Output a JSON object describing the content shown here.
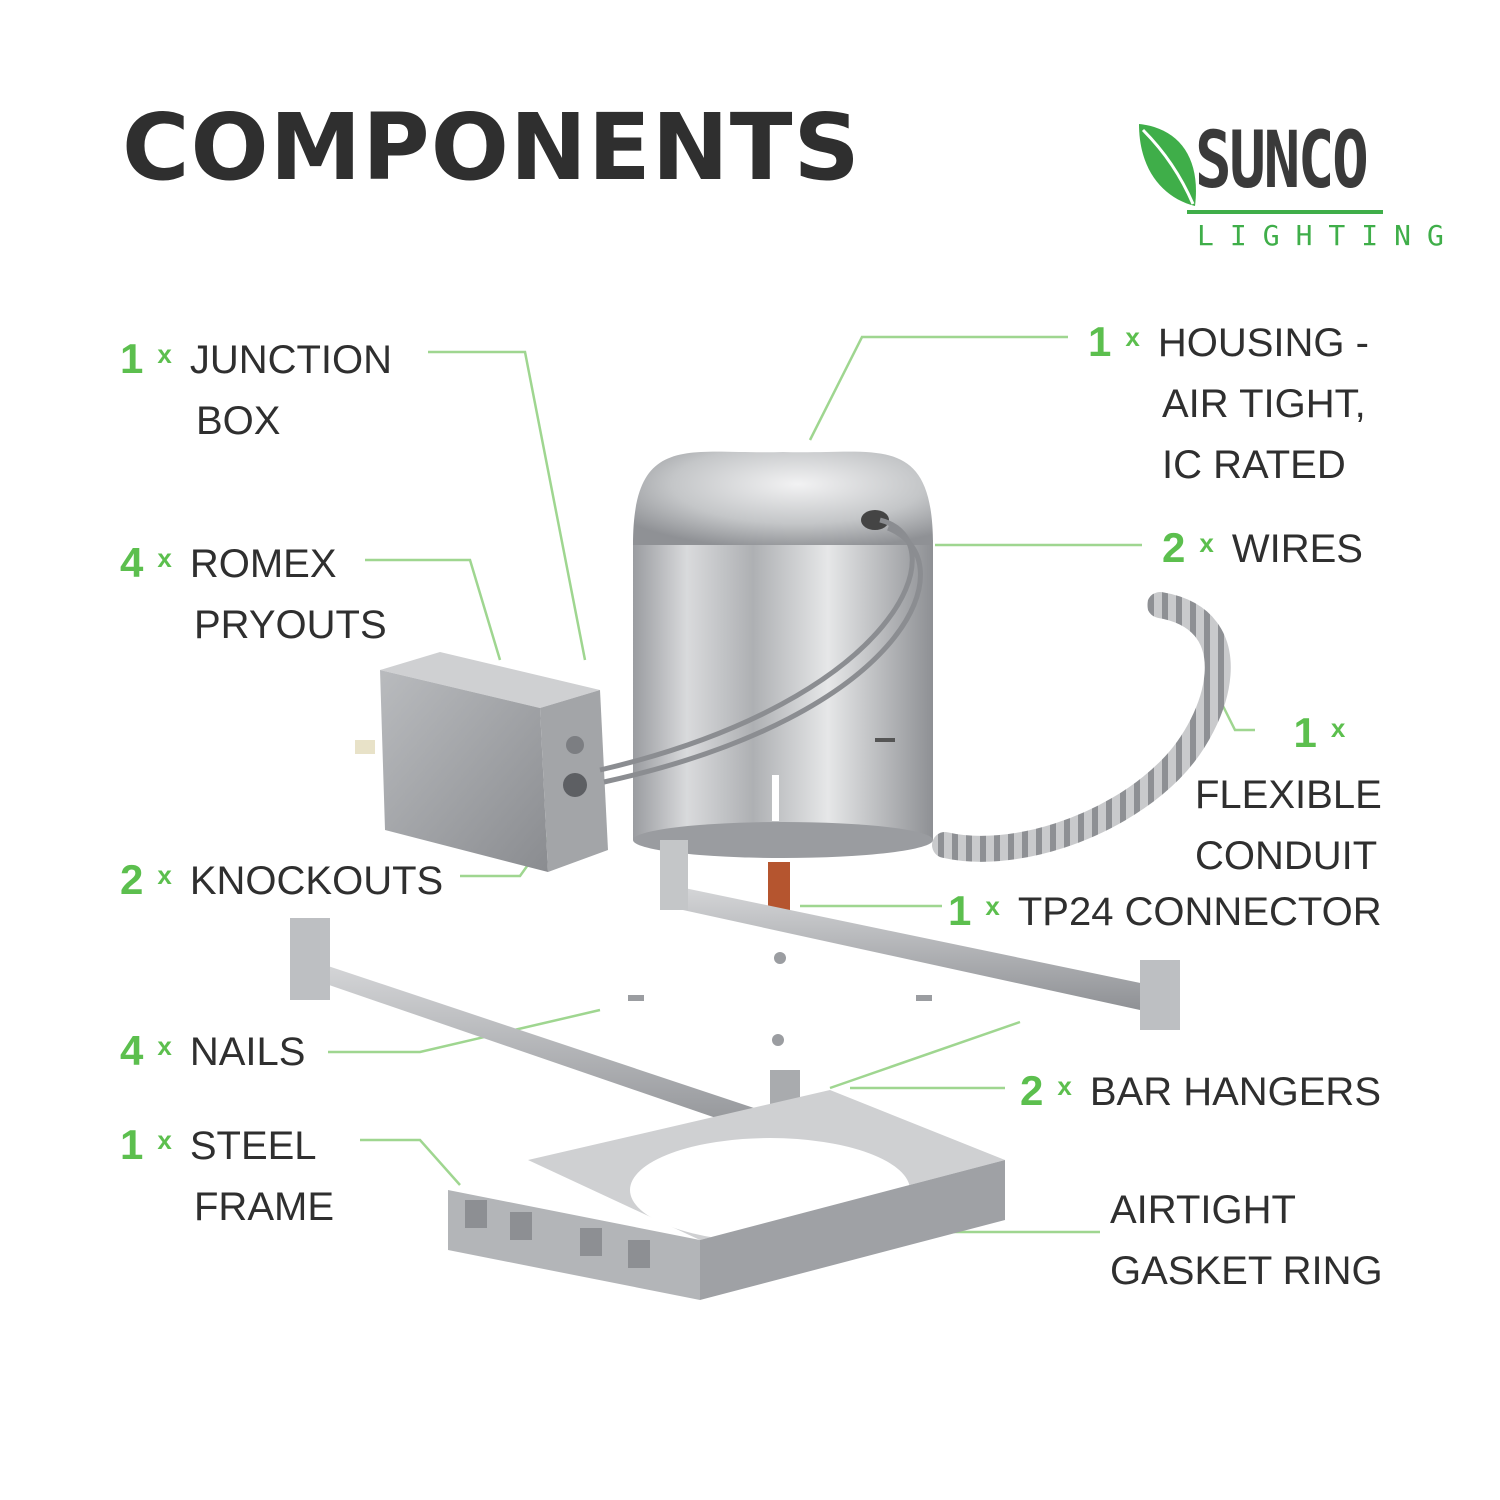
{
  "title": "COMPONENTS",
  "logo": {
    "brand": "SUNCO",
    "sub": "LIGHTING",
    "icon": "leaf-icon",
    "green": "#3fae49"
  },
  "accent": "#5cbf4e",
  "times_symbol": "x",
  "components": [
    {
      "id": "junction-box",
      "count": "1",
      "lines": [
        "JUNCTION",
        "BOX"
      ]
    },
    {
      "id": "romex-pryouts",
      "count": "4",
      "lines": [
        "ROMEX",
        "PRYOUTS"
      ]
    },
    {
      "id": "knockouts",
      "count": "2",
      "lines": [
        "KNOCKOUTS"
      ]
    },
    {
      "id": "nails",
      "count": "4",
      "lines": [
        "NAILS"
      ]
    },
    {
      "id": "steel-frame",
      "count": "1",
      "lines": [
        "STEEL",
        "FRAME"
      ]
    },
    {
      "id": "housing",
      "count": "1",
      "lines": [
        "HOUSING -",
        "AIR TIGHT,",
        "IC RATED"
      ]
    },
    {
      "id": "wires",
      "count": "2",
      "lines": [
        "WIRES"
      ]
    },
    {
      "id": "flexible-conduit",
      "count": "1",
      "lines": [
        "FLEXIBLE",
        "CONDUIT"
      ]
    },
    {
      "id": "tp24-connector",
      "count": "1",
      "lines": [
        "TP24 CONNECTOR"
      ]
    },
    {
      "id": "bar-hangers",
      "count": "2",
      "lines": [
        "BAR HANGERS"
      ]
    },
    {
      "id": "gasket-ring",
      "count": "",
      "lines": [
        "AIRTIGHT",
        "GASKET RING"
      ]
    }
  ]
}
